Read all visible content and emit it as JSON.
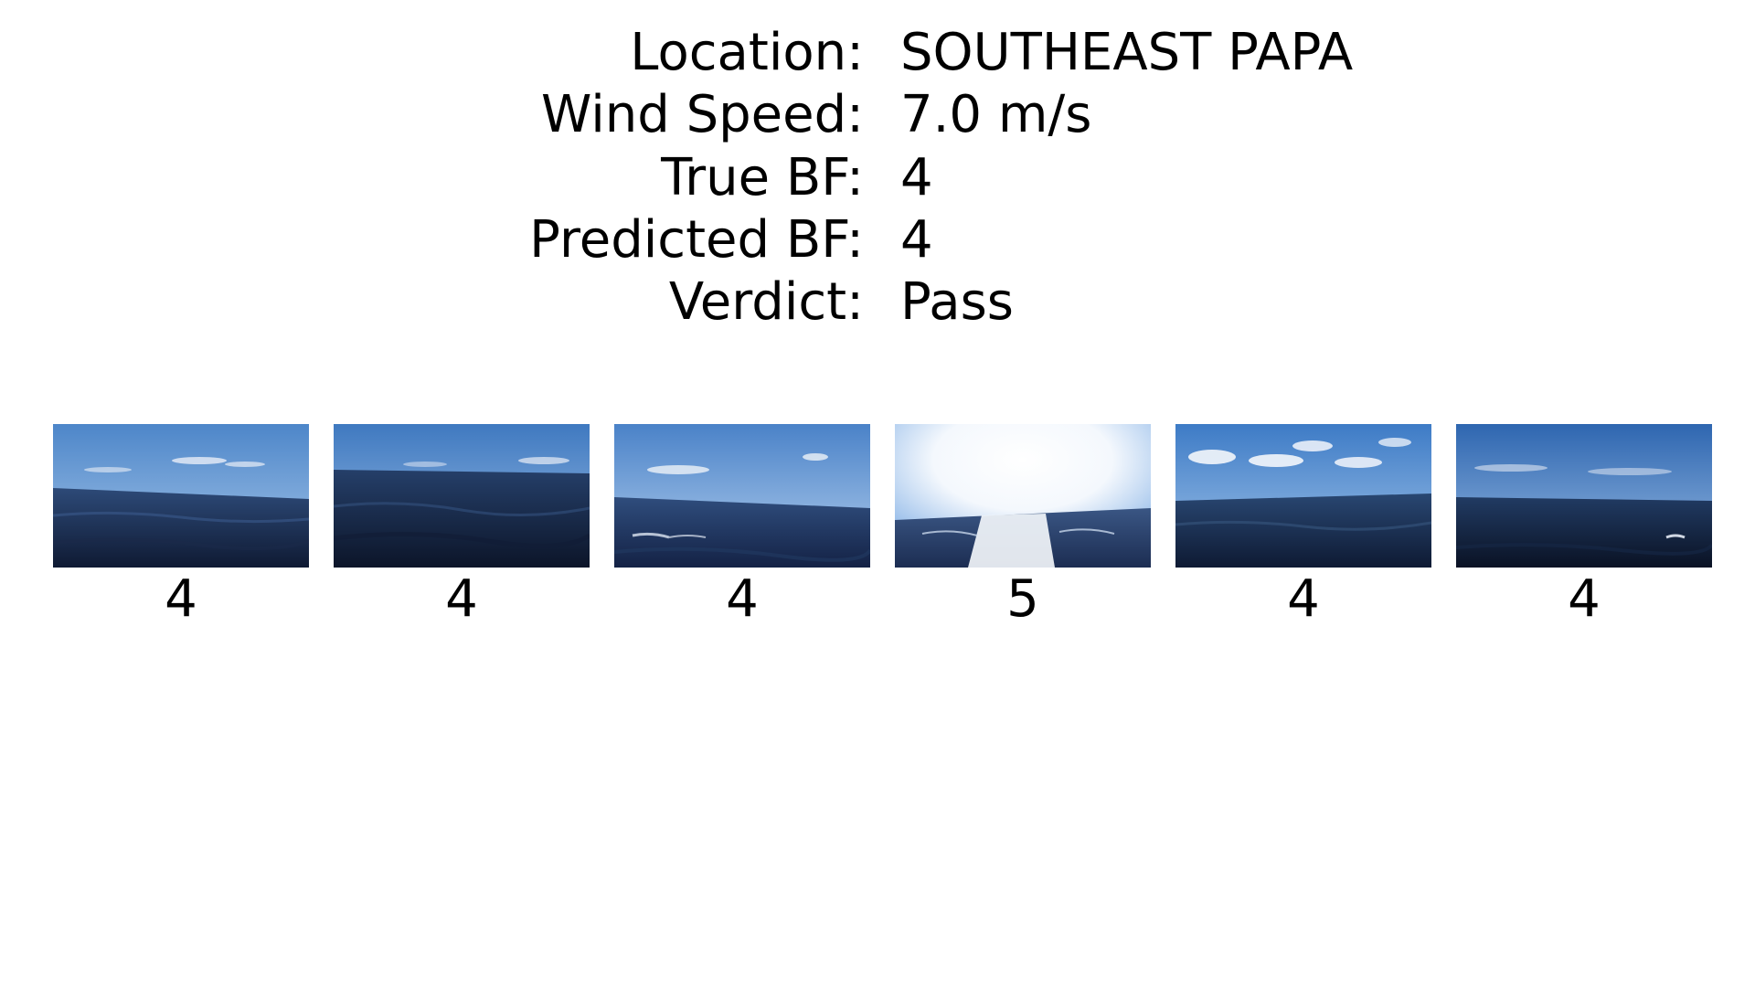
{
  "info": {
    "location_label": "Location:",
    "location_value": "SOUTHEAST PAPA",
    "wind_speed_label": "Wind Speed:",
    "wind_speed_value": "7.0 m/s",
    "true_bf_label": "True BF:",
    "true_bf_value": "4",
    "predicted_bf_label": "Predicted BF:",
    "predicted_bf_value": "4",
    "verdict_label": "Verdict:",
    "verdict_value": "Pass"
  },
  "thumbnails": [
    {
      "label": "4",
      "description": "ocean-horizon-photo"
    },
    {
      "label": "4",
      "description": "ocean-horizon-photo"
    },
    {
      "label": "4",
      "description": "ocean-horizon-photo"
    },
    {
      "label": "5",
      "description": "ocean-sun-glare-photo"
    },
    {
      "label": "4",
      "description": "ocean-clouds-photo"
    },
    {
      "label": "4",
      "description": "ocean-horizon-photo"
    }
  ]
}
